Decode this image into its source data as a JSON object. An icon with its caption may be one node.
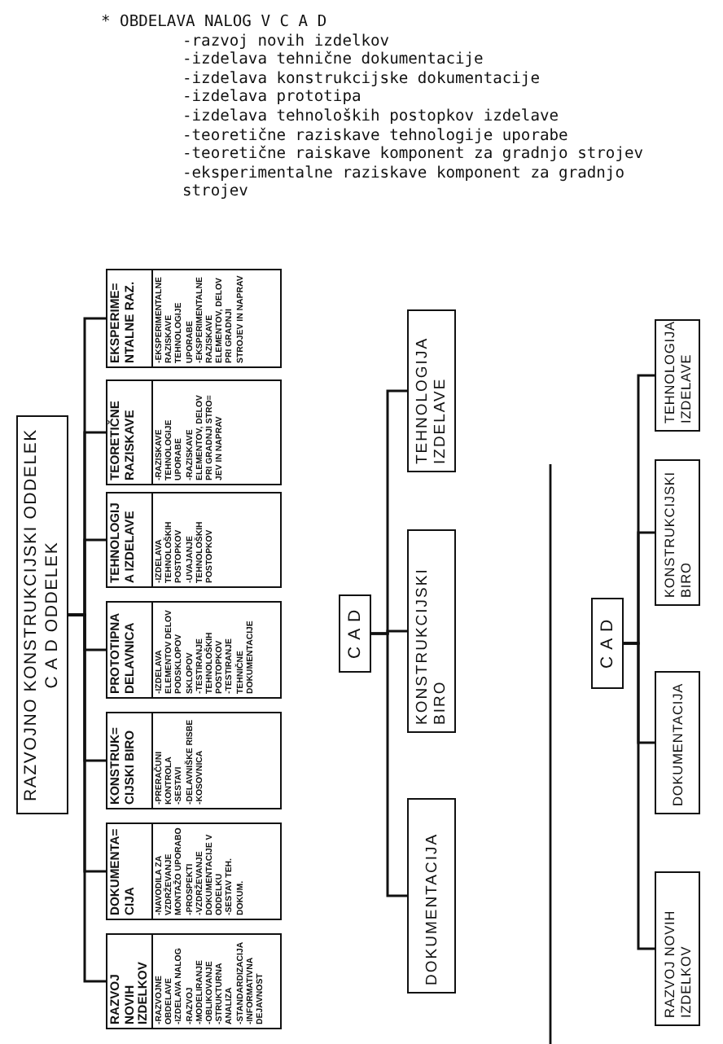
{
  "diagram": {
    "title": "* OBDELAVA NALOG V C A D",
    "labels": [
      "-razvoj novih izdelkov",
      "-izdelava tehnične dokumentacije",
      "-izdelava konstrukcijske dokumentacije",
      "-izdelava prototipa",
      "-izdelava tehnoloških postopkov izdelave",
      "-teoretične raziskave tehnologije uporabe",
      "-teoretične raiskave komponent za gradnjo strojev",
      "-eksperimentalne raziskave komponent za gradnjo strojev"
    ],
    "nodes": [
      {
        "text": [
          "RAZVOJNO KONSTRUKCIJSKI ODDELEK",
          "C A D ODDELEK"
        ]
      },
      {
        "text": [
          "RAZVOJ NOVIH IZDELKOV",
          "-RAZVOJNE OBDELAVE",
          "-IZDELAVA NALOG",
          "-RAZVOJ",
          "-MODELIRANJE",
          "-OBLIKOVANJE",
          "-STRUKTURNA ANALIZA",
          "-STANDARDIZACIJA",
          "-INFORMATIVNA DEJAVNOST"
        ]
      },
      {
        "text": [
          "DOKUMENTA= CIJA",
          "-NAVODILA ZA VZDRŽEVANJE MONTAŽO UPORABO",
          "-PROSPEKTI",
          "-VZDRŽEVANJE DOKUMENTACIJE V ODDELKU",
          "-SESTAV TEH. DOKUM."
        ]
      },
      {
        "text": [
          "KONSTRUK= CIJSKI BIRO",
          "-PRERAČUNI KONTROLA",
          "-SESTAVI",
          "-DELAVNIŠKE RISBE",
          "-KOSOVNICA"
        ]
      },
      {
        "text": [
          "PROTOTIPNA DELAVNICA",
          "-IZDELAVA ELEMENTOV DELOV PODSKLOPOV SKLOPOV",
          "-TESTIRANJE TEHNOLOŠKIH POSTOPKOV",
          "-TESTIRANJE TEHNIČNE DOKUMENTACIJE"
        ]
      },
      {
        "text": [
          "TEHNOLOGIJA IZDELAVE",
          "-IZDELAVA TEHNOLOŠKIH POSTOPKOV",
          "-UVAJANJE TEHNOLOŠKIH POSTOPKOV"
        ]
      },
      {
        "text": [
          "TEORETIČNE RAZISKAVE",
          "-RAZISKAVE TEHNOLOGIJE UPORABE",
          "-RAZISKAVE ELEMENTOV, DELOV PRI GRADNJI STRO= JEV IN NAPRAV"
        ]
      },
      {
        "text": [
          "EKSPERIME= NTALNE RAZ.",
          "-EKSPERIMENTALNE RAZISKAVE TEHNOLOGIJE UPORABE",
          "-EKSPERIMENTALNE RAZISKAVE ELEMENTOV, DELOV PRI GRADNJI STROJEV IN NAPRAV"
        ]
      },
      {
        "text": [
          "C A D"
        ]
      },
      {
        "text": [
          "DOKUMENTACIJA"
        ]
      },
      {
        "text": [
          "KONSTRUKCIJSKI BIRO"
        ]
      },
      {
        "text": [
          "TEHNOLOGIJA IZDELAVE"
        ]
      },
      {
        "text": [
          "C A D"
        ]
      },
      {
        "text": [
          "RAZVOJ NOVIH IZDELKOV"
        ]
      },
      {
        "text": [
          "DOKUMENTACIJA"
        ]
      },
      {
        "text": [
          "KONSTRUKCIJSKI BIRO"
        ]
      },
      {
        "text": [
          "TEHNOLOGIJA IZDELAVE"
        ]
      }
    ],
    "edges": [
      {
        "from": 0,
        "to": 1,
        "arrow": "none"
      },
      {
        "from": 0,
        "to": 2,
        "arrow": "none"
      },
      {
        "from": 0,
        "to": 3,
        "arrow": "none"
      },
      {
        "from": 0,
        "to": 4,
        "arrow": "none"
      },
      {
        "from": 0,
        "to": 5,
        "arrow": "none"
      },
      {
        "from": 0,
        "to": 6,
        "arrow": "none"
      },
      {
        "from": 0,
        "to": 7,
        "arrow": "none"
      },
      {
        "from": 8,
        "to": 9,
        "arrow": "none"
      },
      {
        "from": 8,
        "to": 10,
        "arrow": "none"
      },
      {
        "from": 8,
        "to": 11,
        "arrow": "none"
      },
      {
        "from": 12,
        "to": 13,
        "arrow": "none"
      },
      {
        "from": 12,
        "to": 14,
        "arrow": "none"
      },
      {
        "from": 12,
        "to": 15,
        "arrow": "none"
      },
      {
        "from": 12,
        "to": 16,
        "arrow": "none"
      }
    ]
  }
}
